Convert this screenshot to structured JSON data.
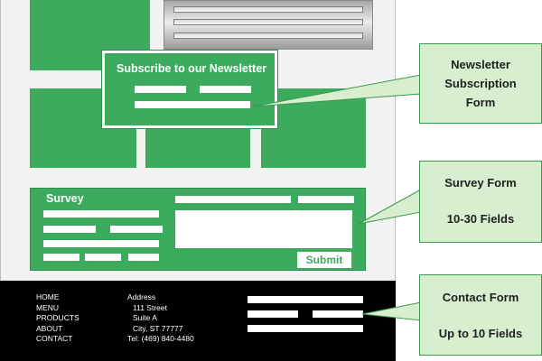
{
  "newsletter": {
    "title": "Subscribe to our Newsletter"
  },
  "survey": {
    "title": "Survey",
    "submit_label": "Submit"
  },
  "footer": {
    "nav": [
      "HOME",
      "MENU",
      "PRODUCTS",
      "ABOUT",
      "CONTACT"
    ],
    "address_label": "Address",
    "address_lines": [
      "111 Street",
      "Suite A",
      "City, ST 77777"
    ],
    "phone": "Tel: (469) 840-4480"
  },
  "callouts": {
    "newsletter": "Newsletter\nSubscription\nForm",
    "survey_title": "Survey Form",
    "survey_detail": "10-30 Fields",
    "contact_title": "Contact Form",
    "contact_detail": "Up to 10 Fields"
  },
  "colors": {
    "brand_green": "#3cab5e",
    "callout_fill": "#d7eecf",
    "footer_bg": "#000000"
  }
}
